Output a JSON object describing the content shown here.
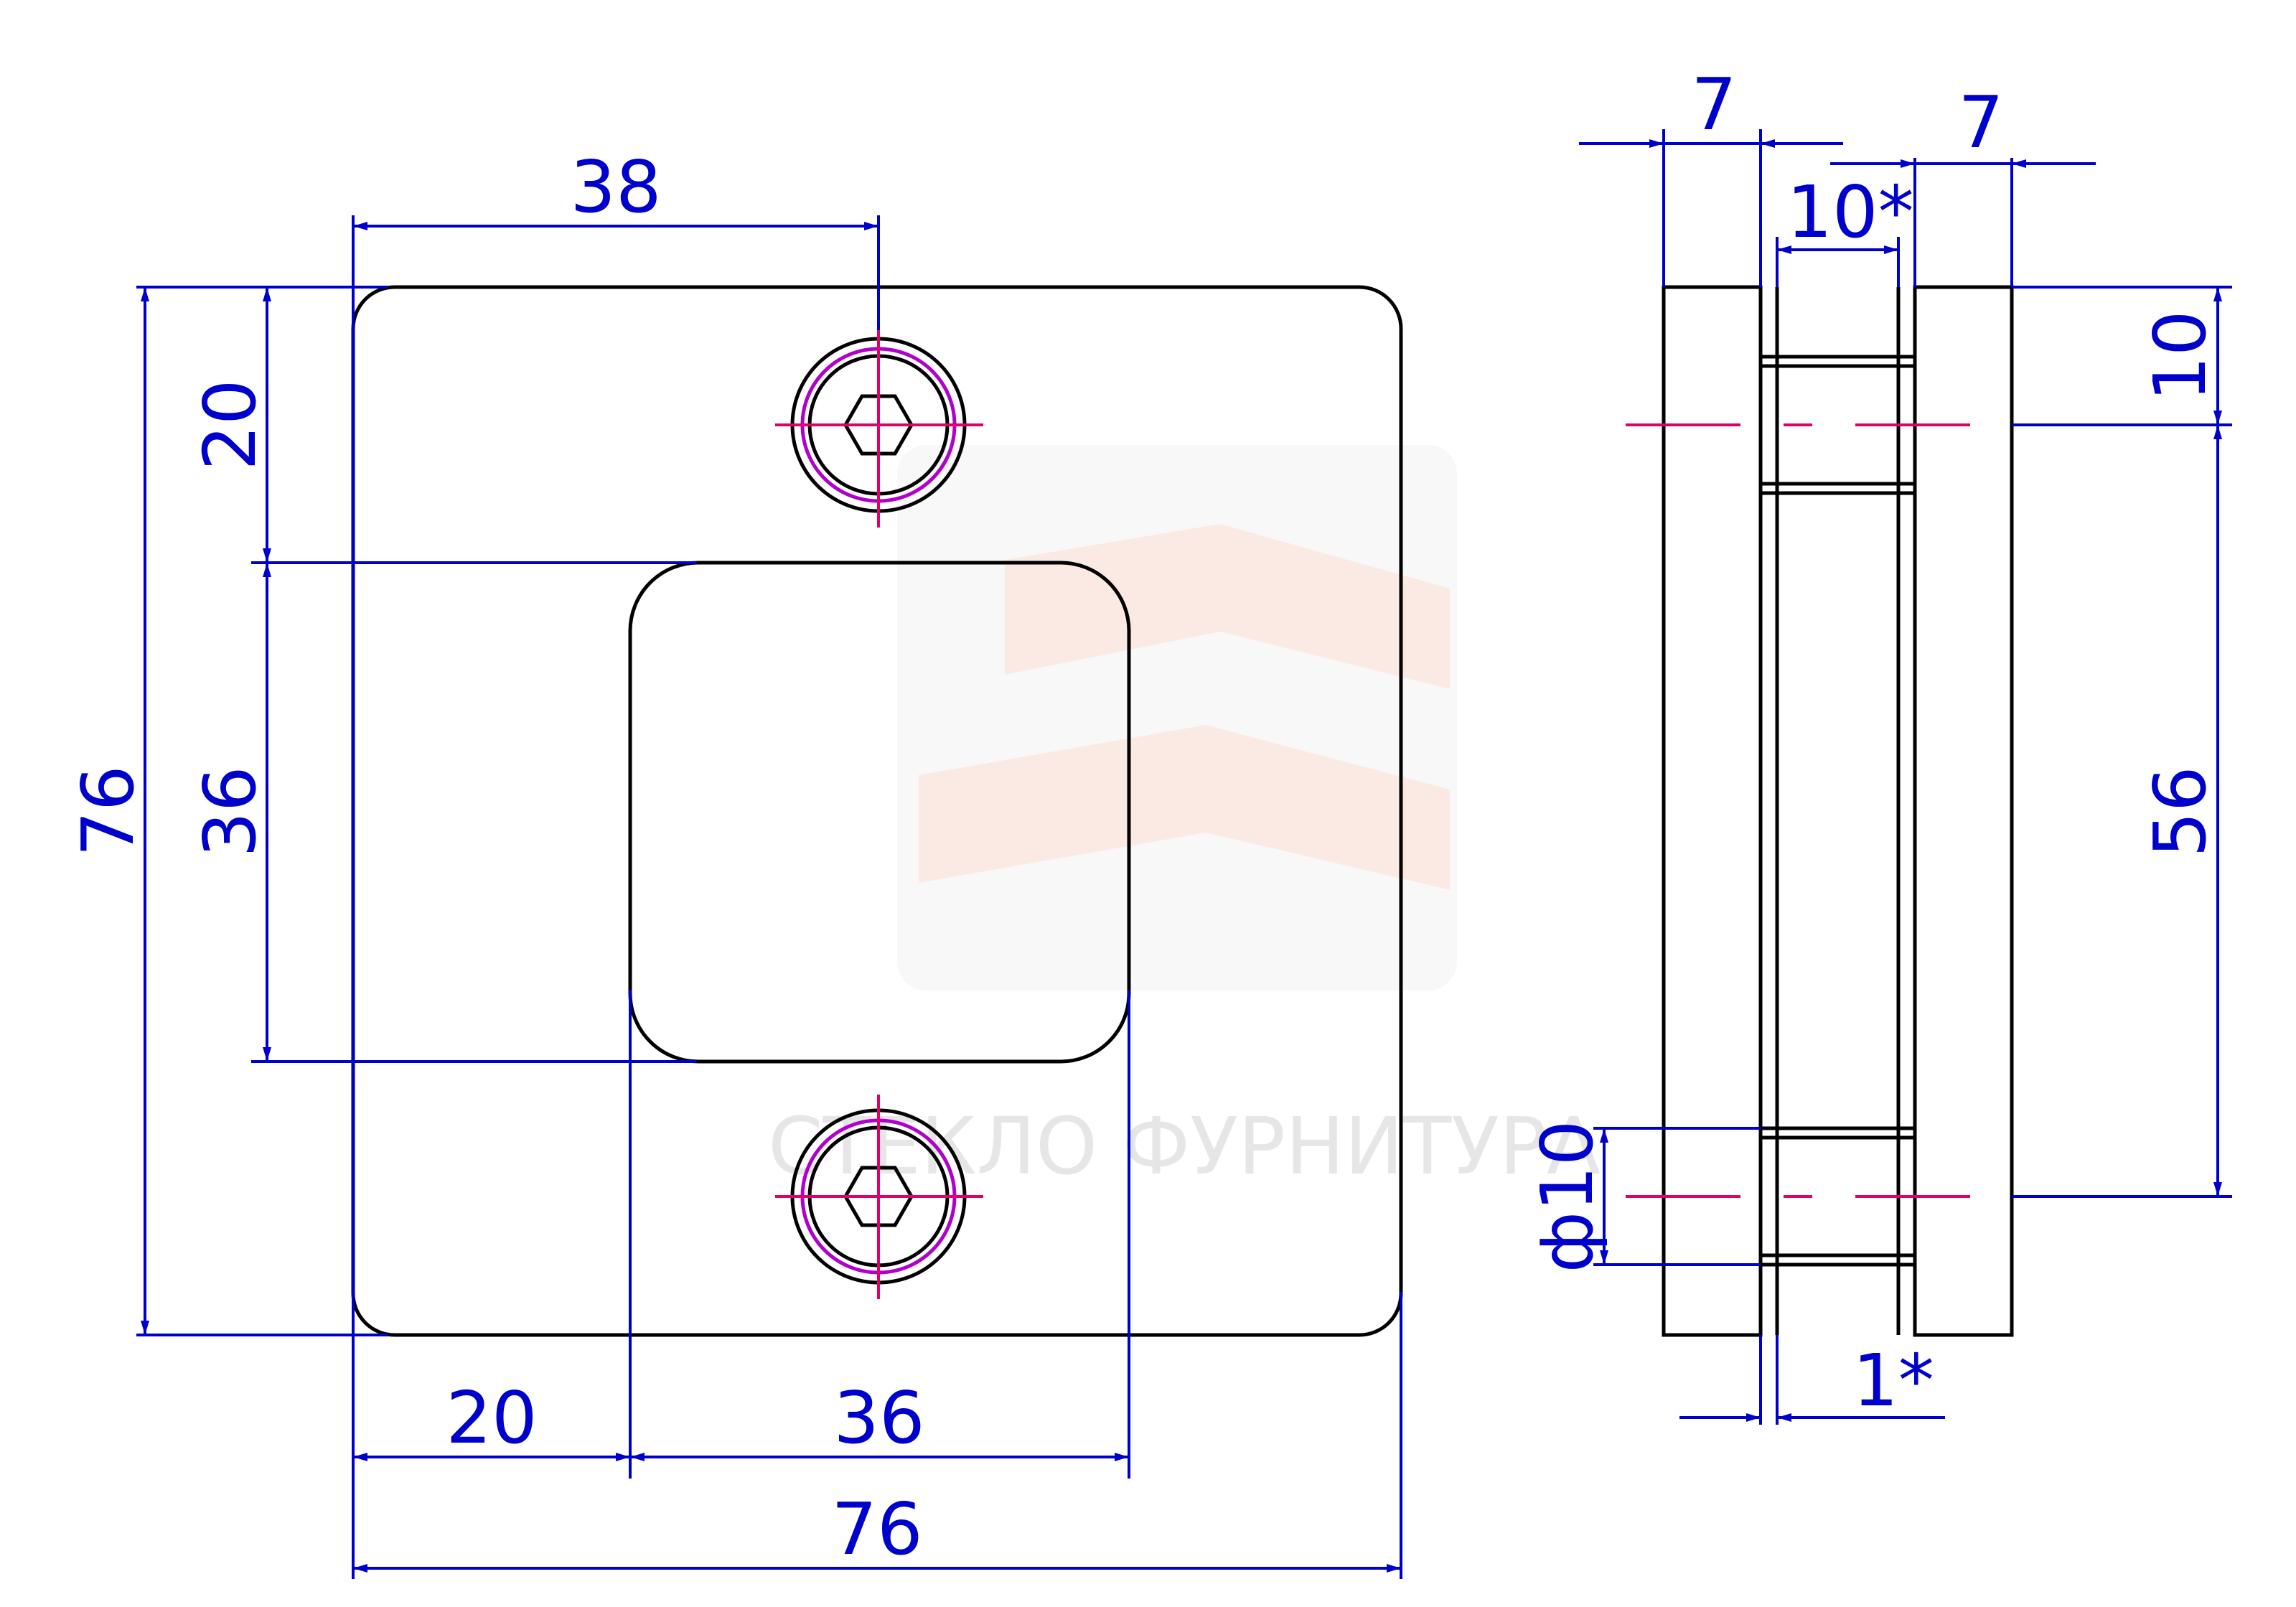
{
  "colors": {
    "outline": "#000000",
    "dimension": "#0000cc",
    "centerline": "#e0006a",
    "screw_ring": "#b000cc",
    "watermark": "#e8e8e8",
    "watermark_logo": "#f6d9d2"
  },
  "front_view": {
    "dims": {
      "hole_offset_x": "38",
      "hole_offset_y": "20",
      "window_height": "36",
      "overall_height": "76",
      "window_left_offset": "20",
      "window_width": "36",
      "overall_width": "76"
    }
  },
  "side_view": {
    "dims": {
      "left_plate": "7",
      "right_plate": "7",
      "gap": "10*",
      "hole_from_top": "10",
      "hole_spacing": "56",
      "hole_diameter": "ф10",
      "gasket": "1*"
    }
  },
  "watermark": {
    "text": "СТЕКЛО ФУРНИТУРА"
  }
}
